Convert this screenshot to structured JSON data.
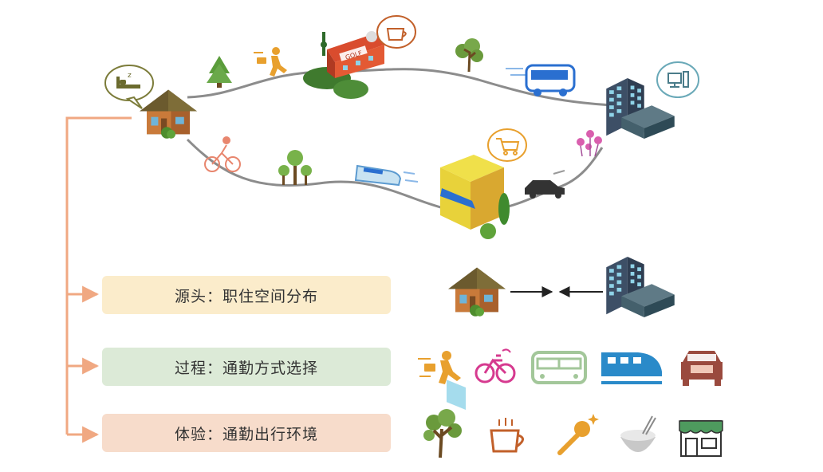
{
  "labels": {
    "source": "源头：职住空间分布",
    "process": "过程：通勤方式选择",
    "experience": "体验：通勤出行环境"
  },
  "golf_sign": "GOLF",
  "modes": [
    "walking-icon",
    "bicycle-icon",
    "bus-icon",
    "train-icon",
    "car-icon"
  ],
  "environment": [
    "tree-icon",
    "coffee-icon",
    "microphone-icon",
    "food-bowl-icon",
    "shop-icon"
  ],
  "colors": {
    "connector": "#f0a882",
    "route": "#8c8c8c",
    "source_bg": "#fbeccb",
    "process_bg": "#dcead7",
    "experience_bg": "#f7dccb",
    "walk": "#e8a02e",
    "bike": "#d63a8f",
    "bus": "#a3c79a",
    "train": "#2a8ac9",
    "car": "#9a4a3e",
    "tree": "#6a9a3c",
    "coffee": "#c2602a",
    "mic": "#e8a02e",
    "bowl": "#b7b7b7",
    "shop": "#4e9a5e"
  }
}
